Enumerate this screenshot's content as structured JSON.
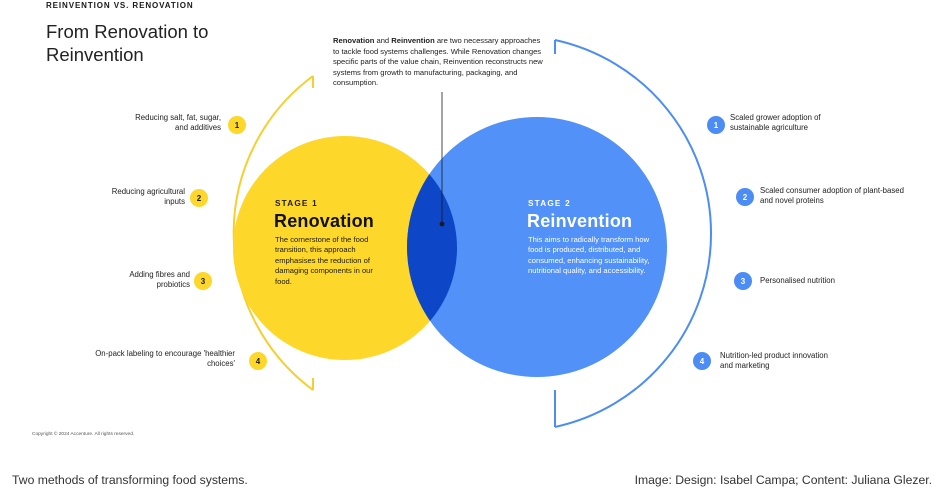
{
  "header": {
    "eyebrow": "REINVENTION VS. RENOVATION",
    "title": "From Renovation to Reinvention"
  },
  "intro": {
    "term1": "Renovation",
    "and": " and ",
    "term2": "Reinvention",
    "rest": " are two necessary approaches to tackle food systems challenges. While Renovation changes specific parts of the value chain, Reinvention reconstructs new systems from growth to manufacturing, packaging, and consumption."
  },
  "renovation": {
    "stage": "STAGE 1",
    "title": "Renovation",
    "description": "The cornerstone of the food transition, this approach emphasises the reduction of damaging components in our food.",
    "color": "#FDD72A",
    "arc_color": "#F6CF2E",
    "items": [
      {
        "num": "1",
        "label": "Reducing salt, fat, sugar, and additives"
      },
      {
        "num": "2",
        "label": "Reducing agricultural inputs"
      },
      {
        "num": "3",
        "label": "Adding fibres and probiotics"
      },
      {
        "num": "4",
        "label": "On-pack labeling to encourage 'healthier choices'"
      }
    ]
  },
  "reinvention": {
    "stage": "STAGE 2",
    "title": "Reinvention",
    "description": "This aims to radically transform how food is produced, distributed, and consumed, enhancing sustainability, nutritional quality, and accessibility.",
    "color": "#5191F8",
    "arc_color": "#4C8CF5",
    "items": [
      {
        "num": "1",
        "label": "Scaled grower adoption of sustainable agriculture"
      },
      {
        "num": "2",
        "label": "Scaled consumer adoption of plant-based and novel proteins"
      },
      {
        "num": "3",
        "label": "Personalised nutrition"
      },
      {
        "num": "4",
        "label": "Nutrition-led product innovation and marketing"
      }
    ]
  },
  "overlap_color": "#0D47C7",
  "copyright": "Copyright © 2024 Accenture. All rights reserved.",
  "footer": {
    "caption": "Two methods of transforming food systems.",
    "credit": "Image: Design: Isabel Campa; Content: Juliana Glezer."
  }
}
